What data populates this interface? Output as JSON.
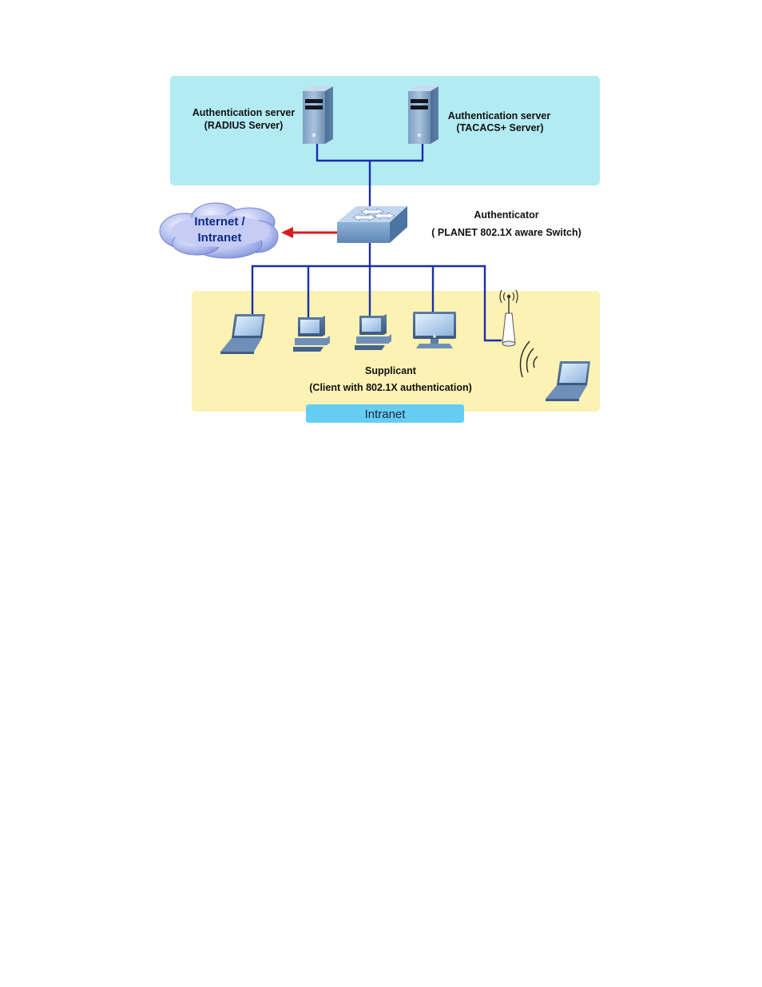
{
  "colors": {
    "server_zone": "#b3ebf3",
    "client_zone": "#fbf2b4",
    "link": "#1a2fa8",
    "uplink_arrow": "#d81e1e",
    "intranet_tab": "#66cdf2",
    "cloud": "#a9b4ea"
  },
  "servers": {
    "radius": {
      "line1": "Authentication server",
      "line2": "(RADIUS Server)",
      "icon": "server-tower-icon"
    },
    "tacacs": {
      "line1": "Authentication server",
      "line2": "(TACACS+ Server)",
      "icon": "server-tower-icon"
    }
  },
  "authenticator": {
    "line1": "Authenticator",
    "line2": "( PLANET 802.1X aware Switch)",
    "icon": "network-switch-icon"
  },
  "cloud": {
    "line1": "Internet /",
    "line2": "Intranet",
    "icon": "cloud-icon"
  },
  "supplicant": {
    "line1": "Supplicant",
    "line2": "(Client with 802.1X authentication)"
  },
  "clients": [
    {
      "icon": "laptop-icon"
    },
    {
      "icon": "desktop-pc-icon"
    },
    {
      "icon": "desktop-pc-icon"
    },
    {
      "icon": "monitor-icon"
    },
    {
      "icon": "wireless-access-point-icon"
    },
    {
      "icon": "wireless-laptop-icon"
    }
  ],
  "zone_tab": {
    "label": "Intranet"
  }
}
